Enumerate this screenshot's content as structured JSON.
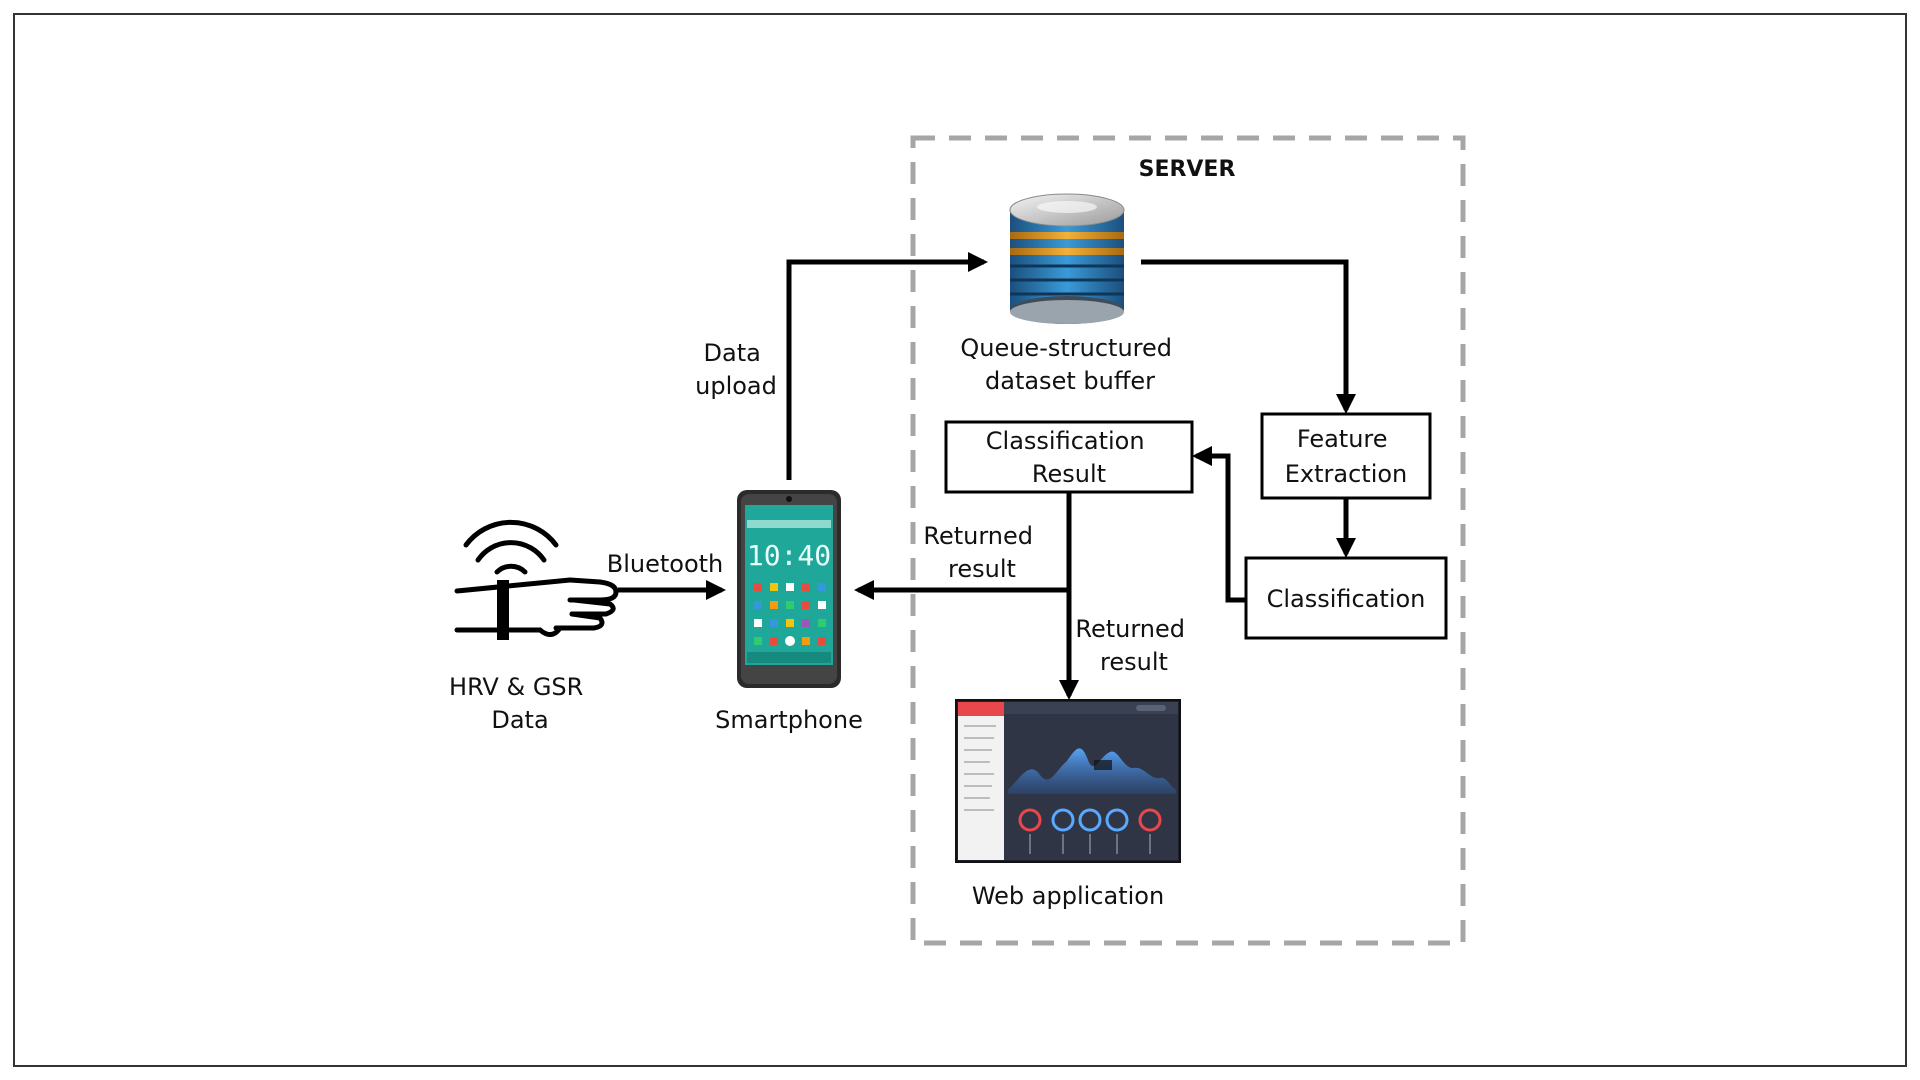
{
  "server": {
    "title": "SERVER"
  },
  "nodes": {
    "sensor_line1": "HRV & GSR",
    "sensor_line2": "Data",
    "smartphone": "Smartphone",
    "phone_clock": "10:40",
    "buffer_line1": "Queue-structured",
    "buffer_line2": "dataset buffer",
    "feature_line1": "Feature",
    "feature_line2": "Extraction",
    "classification": "Classification",
    "result_line1": "Classification",
    "result_line2": "Result",
    "webapp": "Web application"
  },
  "edges": {
    "bluetooth": "Bluetooth",
    "upload_line1": "Data",
    "upload_line2": "upload",
    "returned_phone_line1": "Returned",
    "returned_phone_line2": "result",
    "returned_web_line1": "Returned",
    "returned_web_line2": "result"
  },
  "colors": {
    "frame": "#333333",
    "server_border": "#a6a6a6",
    "phone_screen": "#1fa89a",
    "db_band_blue": "#2a7fc1",
    "db_band_orange": "#e59a21",
    "web_sidebar": "#f2f2f2",
    "web_main": "#2f3545",
    "web_accent": "#e8474c"
  }
}
